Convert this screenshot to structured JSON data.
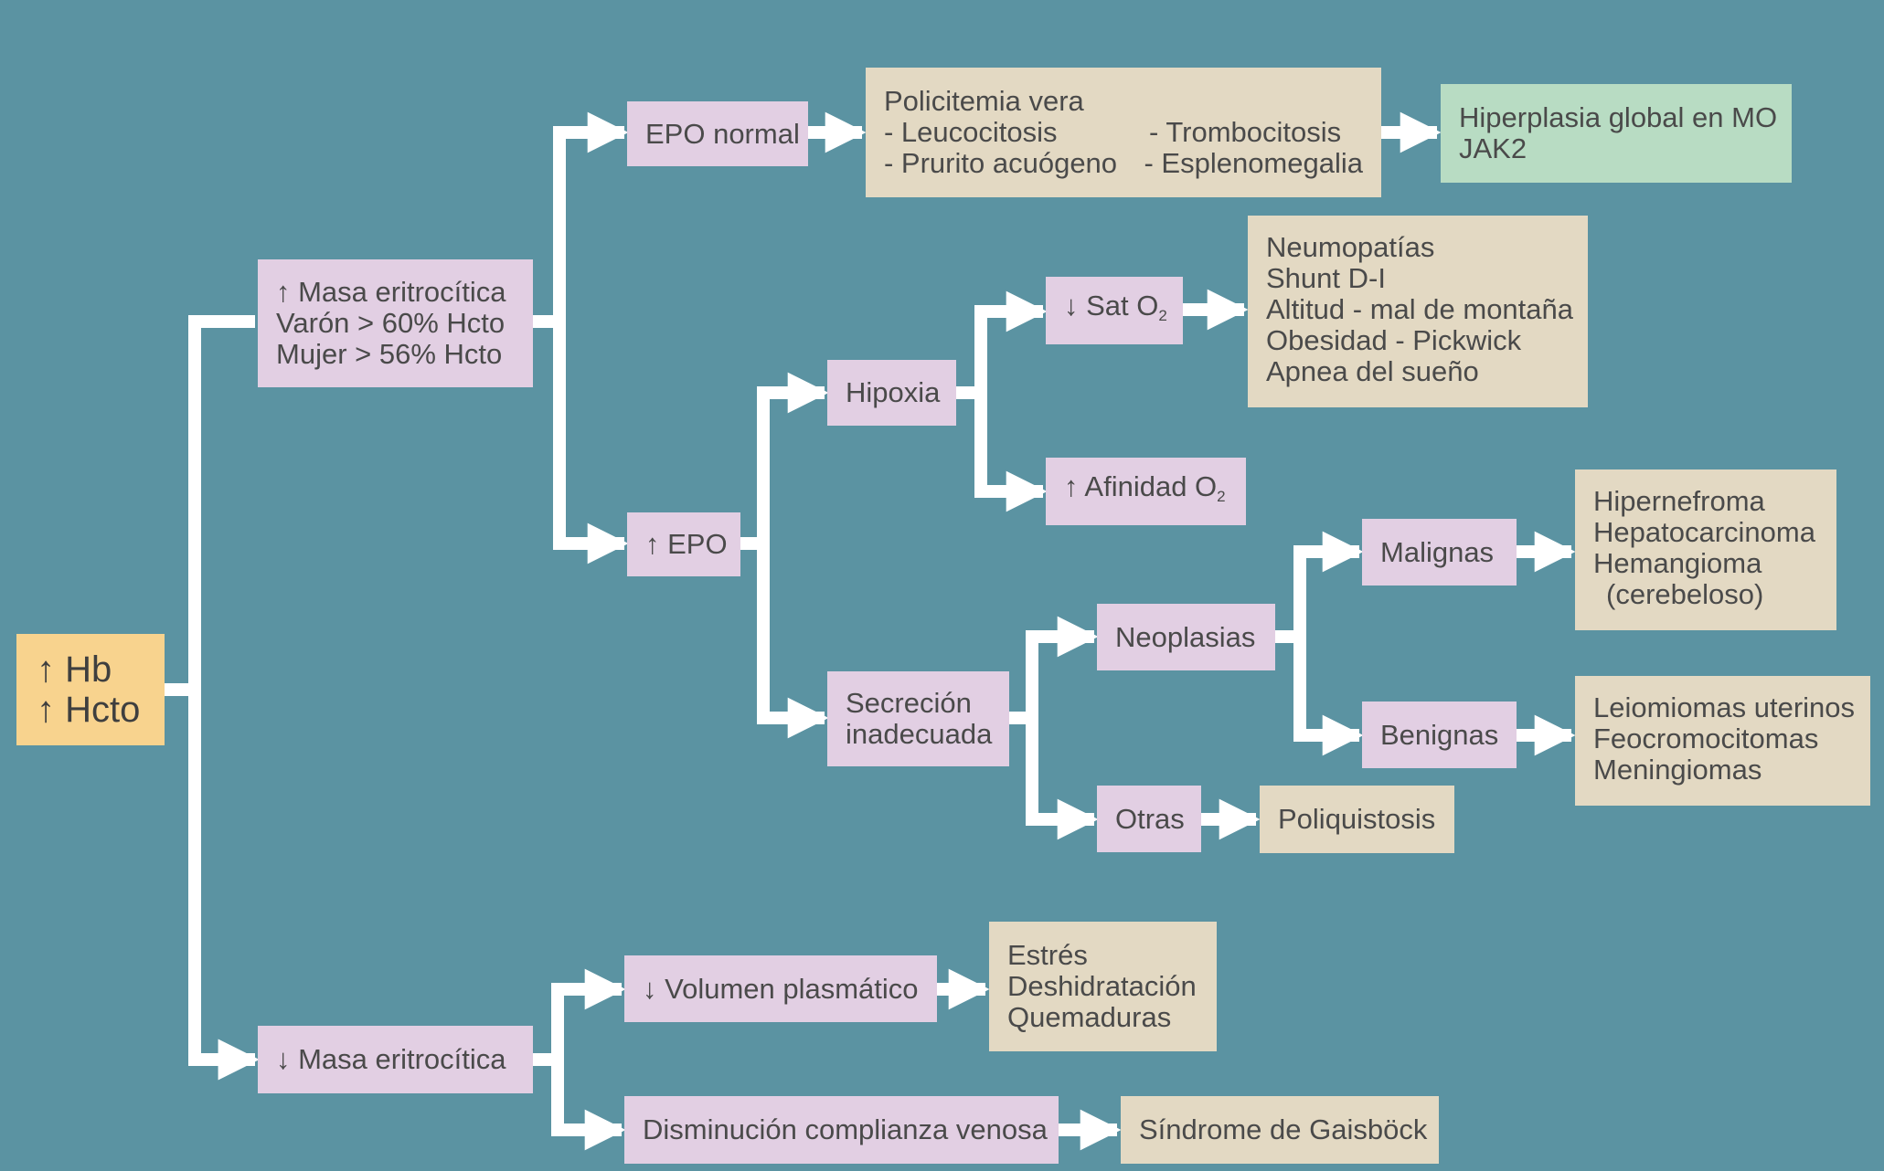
{
  "root": {
    "line1": "↑ Hb",
    "line2": "↑ Hcto"
  },
  "masa_up": {
    "line1": "↑ Masa eritrocítica",
    "line2": "Varón > 60% Hcto",
    "line3": "Mujer > 56% Hcto"
  },
  "masa_down": {
    "label": "↓ Masa eritrocítica"
  },
  "epo_normal": {
    "label": "EPO normal"
  },
  "policitemia": {
    "title": "Policitemia vera",
    "items": [
      "- Leucocitosis",
      "- Trombocitosis",
      "- Prurito acuógeno",
      "- Esplenomegalia"
    ]
  },
  "hiperplasia": {
    "line1": "Hiperplasia global en MO",
    "line2": "JAK2"
  },
  "epo_up": {
    "label": "↑ EPO"
  },
  "hipoxia": {
    "label": "Hipoxia"
  },
  "sat": {
    "label": "↓ Sat O",
    "sub": "2"
  },
  "afinidad": {
    "label": "↑ Afinidad O",
    "sub": "2"
  },
  "neumopatias": {
    "items": [
      "Neumopatías",
      "Shunt D-I",
      "Altitud - mal de montaña",
      "Obesidad - Pickwick",
      "Apnea del sueño"
    ]
  },
  "secrecion": {
    "line1": "Secreción",
    "line2": "inadecuada"
  },
  "neoplasias": {
    "label": "Neoplasias"
  },
  "otras": {
    "label": "Otras"
  },
  "poliquistosis": {
    "label": "Poliquistosis"
  },
  "malignas": {
    "label": "Malignas"
  },
  "benignas": {
    "label": "Benignas"
  },
  "malignas_list": {
    "items": [
      "Hipernefroma",
      "Hepatocarcinoma",
      "Hemangioma",
      "(cerebeloso)"
    ]
  },
  "benignas_list": {
    "items": [
      "Leiomiomas uterinos",
      "Feocromocitomas",
      "Meningiomas"
    ]
  },
  "volumen": {
    "label": "↓ Volumen plasmático"
  },
  "volumen_list": {
    "items": [
      "Estrés",
      "Deshidratación",
      "Quemaduras"
    ]
  },
  "complianza": {
    "label": "Disminución complianza venosa"
  },
  "gaisbock": {
    "label": "Síndrome de Gaisböck"
  },
  "colors": {
    "background": "#5b93a2",
    "pink": "#e2cfe3",
    "beige": "#e3d9c3",
    "green": "#b8dcc3",
    "yellow": "#f8d38e",
    "connector": "#ffffff"
  }
}
